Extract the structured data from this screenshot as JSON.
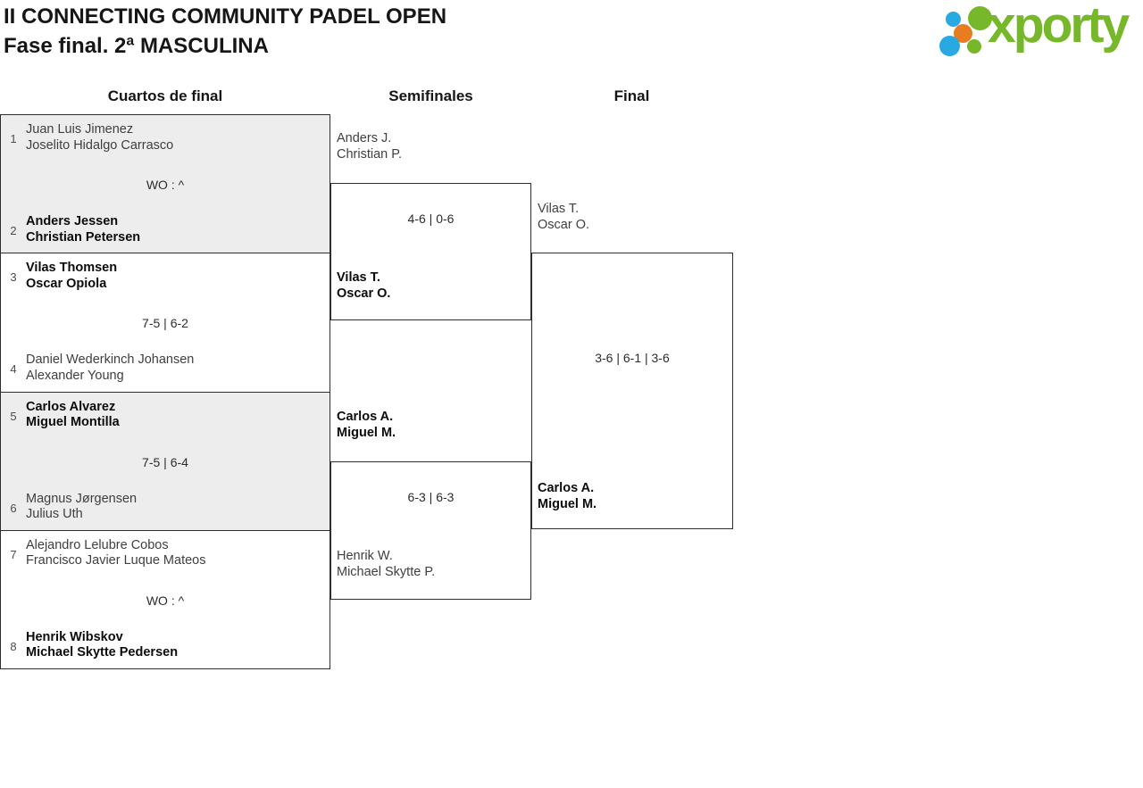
{
  "header": {
    "title_line1": "II CONNECTING COMMUNITY PADEL OPEN",
    "title_line2": "Fase final. 2ª MASCULINA"
  },
  "logo": {
    "text": "xporty",
    "colors": {
      "green": "#76b82a",
      "blue": "#29a9e1",
      "orange": "#e97b21"
    }
  },
  "columns": {
    "quarterfinals": "Cuartos de final",
    "semifinals": "Semifinales",
    "final": "Final"
  },
  "colors": {
    "block_gray": "#ededed",
    "border": "#2e2e2e",
    "text_regular": "#3f3f3f",
    "text_winner": "#0c0c0c"
  },
  "bracket": {
    "quarterfinals": [
      {
        "seed_top": "1",
        "team_top": [
          "Juan Luis Jimenez",
          "Joselito Hidalgo Carrasco"
        ],
        "top_winner": false,
        "score": "WO : ^",
        "seed_bottom": "2",
        "team_bottom": [
          "Anders Jessen",
          "Christian Petersen"
        ],
        "bottom_winner": true
      },
      {
        "seed_top": "3",
        "team_top": [
          "Vilas Thomsen",
          "Oscar Opiola"
        ],
        "top_winner": true,
        "score": "7-5 | 6-2",
        "seed_bottom": "4",
        "team_bottom": [
          "Daniel Wederkinch Johansen",
          "Alexander Young"
        ],
        "bottom_winner": false
      },
      {
        "seed_top": "5",
        "team_top": [
          "Carlos Alvarez",
          "Miguel Montilla"
        ],
        "top_winner": true,
        "score": "7-5 | 6-4",
        "seed_bottom": "6",
        "team_bottom": [
          "Magnus Jørgensen",
          "Julius Uth"
        ],
        "bottom_winner": false
      },
      {
        "seed_top": "7",
        "team_top": [
          "Alejandro Lelubre Cobos",
          "Francisco Javier Luque Mateos"
        ],
        "top_winner": false,
        "score": "WO : ^",
        "seed_bottom": "8",
        "team_bottom": [
          "Henrik Wibskov",
          "Michael Skytte Pedersen"
        ],
        "bottom_winner": true
      }
    ],
    "semifinals": [
      {
        "team_top": [
          "Anders J.",
          "Christian P."
        ],
        "top_winner": false,
        "score": "4-6 | 0-6",
        "team_bottom": [
          "Vilas T.",
          "Oscar O."
        ],
        "bottom_winner": true
      },
      {
        "team_top": [
          "Carlos A.",
          "Miguel M."
        ],
        "top_winner": true,
        "score": "6-3 | 6-3",
        "team_bottom": [
          "Henrik W.",
          "Michael Skytte P."
        ],
        "bottom_winner": false
      }
    ],
    "final": {
      "team_top": [
        "Vilas T.",
        "Oscar O."
      ],
      "top_winner": false,
      "score": "3-6 | 6-1 | 3-6",
      "team_bottom": [
        "Carlos A.",
        "Miguel M."
      ],
      "bottom_winner": true
    }
  }
}
